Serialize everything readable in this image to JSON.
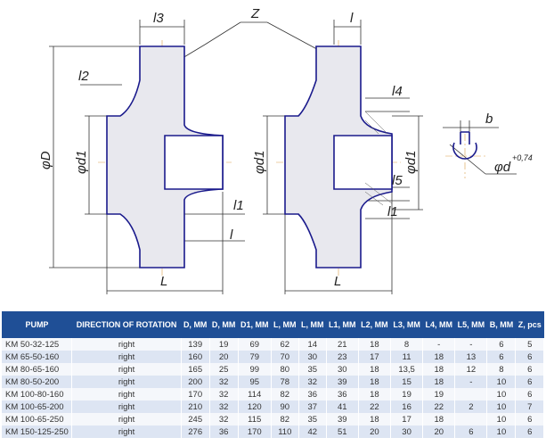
{
  "drawing": {
    "labels": {
      "l3": "l3",
      "z": "Z",
      "l_left": "l",
      "l2": "l2",
      "phiD": "φD",
      "phid1_left": "φd1",
      "l1_left": "l1",
      "l_left_bottom": "l",
      "L_left": "L",
      "l_right": "l",
      "l4": "l4",
      "phid1_right": "φd1",
      "l5": "l5",
      "l1_right": "l1",
      "L_right": "L",
      "phid1_far": "φd1",
      "b": "b",
      "phid": "φd",
      "tolerance": "+0,74"
    }
  },
  "table": {
    "headers": [
      "PUMP",
      "DIRECTION OF ROTATION",
      "D, MM",
      "D, MM",
      "D1, MM",
      "L, MM",
      "L, MM",
      "L1, MM",
      "L2, MM",
      "L3, MM",
      "L4, MM",
      "L5, MM",
      "B, MM",
      "Z, pcs"
    ],
    "rows": [
      [
        "KM 50-32-125",
        "right",
        "139",
        "19",
        "69",
        "62",
        "14",
        "21",
        "18",
        "8",
        "-",
        "-",
        "6",
        "5"
      ],
      [
        "KM 65-50-160",
        "right",
        "160",
        "20",
        "79",
        "70",
        "30",
        "23",
        "17",
        "11",
        "18",
        "13",
        "6",
        "6"
      ],
      [
        "KM 80-65-160",
        "right",
        "165",
        "25",
        "99",
        "80",
        "35",
        "30",
        "18",
        "13,5",
        "18",
        "12",
        "8",
        "6"
      ],
      [
        "KM 80-50-200",
        "right",
        "200",
        "32",
        "95",
        "78",
        "32",
        "39",
        "18",
        "15",
        "18",
        "-",
        "10",
        "6"
      ],
      [
        "KM 100-80-160",
        "right",
        "170",
        "32",
        "114",
        "82",
        "36",
        "36",
        "18",
        "19",
        "19",
        "",
        "10",
        "6"
      ],
      [
        "KM 100-65-200",
        "right",
        "210",
        "32",
        "120",
        "90",
        "37",
        "41",
        "22",
        "16",
        "22",
        "2",
        "10",
        "7"
      ],
      [
        "KM 100-65-250",
        "right",
        "245",
        "32",
        "115",
        "82",
        "35",
        "39",
        "18",
        "17",
        "18",
        "",
        "10",
        "6"
      ],
      [
        "KM 150-125-250",
        "right",
        "276",
        "36",
        "170",
        "110",
        "42",
        "51",
        "20",
        "30",
        "20",
        "6",
        "10",
        "6"
      ]
    ]
  }
}
